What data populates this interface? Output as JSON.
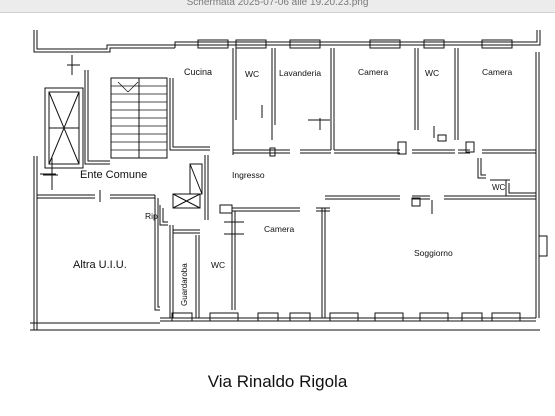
{
  "window": {
    "title": "Schermata 2025-07-06 alle 19.20.23.png"
  },
  "plan": {
    "rooms": {
      "cucina": "Cucina",
      "wc1": "WC",
      "lavanderia": "Lavanderia",
      "camera1": "Camera",
      "wc2": "WC",
      "camera2": "Camera",
      "ente_comune": "Ente Comune",
      "ingresso": "Ingresso",
      "wc3": "WC",
      "rip": "Rip",
      "camera3": "Camera",
      "soggiorno": "Soggiorno",
      "altra_uiu": "Altra U.I.U.",
      "wc4": "WC",
      "guardaroba": "Guardaroba"
    },
    "street": "Via Rinaldo Rigola"
  }
}
